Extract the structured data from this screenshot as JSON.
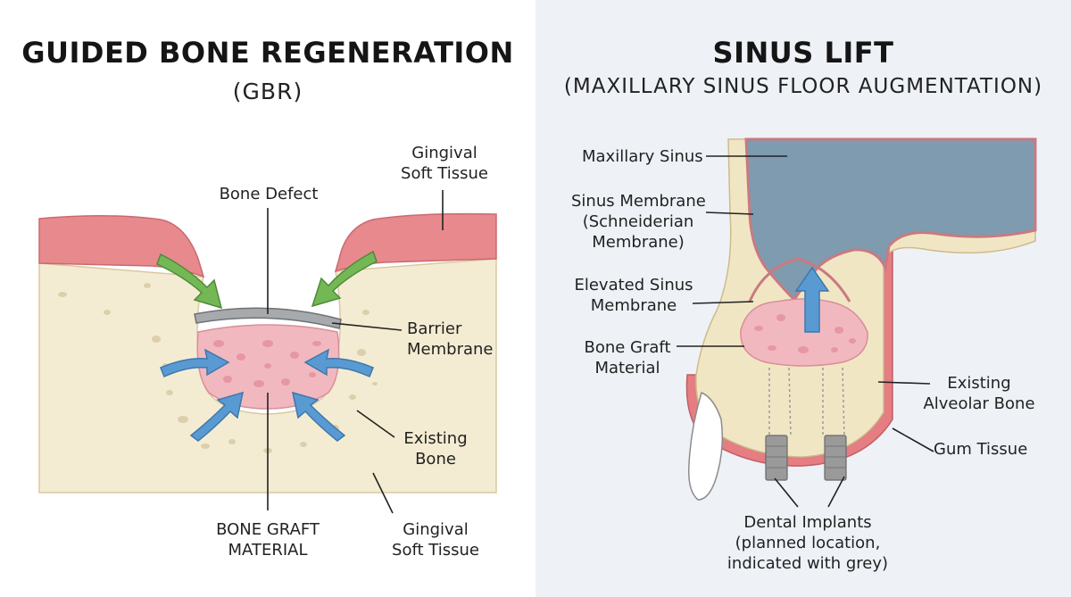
{
  "gbr": {
    "title": "GUIDED BONE REGENERATION",
    "subtitle": "(GBR)",
    "labels": {
      "bone_defect": "Bone Defect",
      "gingival_top_1": "Gingival",
      "gingival_top_2": "Soft Tissue",
      "barrier_1": "Barrier",
      "barrier_2": "Membrane",
      "existing_1": "Existing",
      "existing_2": "Bone",
      "graft_1": "BONE GRAFT",
      "graft_2": "MATERIAL",
      "gingival_bot_1": "Gingival",
      "gingival_bot_2": "Soft Tissue"
    },
    "colors": {
      "gum": "#e8898e",
      "bone": "#f4ecd2",
      "graft": "#f2b8bf",
      "membrane": "#a7aaad",
      "green_arrow": "#74b856",
      "blue_arrow": "#5a9ad3"
    }
  },
  "sinus": {
    "title": "SINUS LIFT",
    "subtitle": "(MAXILLARY SINUS FLOOR AUGMENTATION)",
    "labels": {
      "maxillary_sinus": "Maxillary Sinus",
      "sinus_membrane_1": "Sinus Membrane",
      "sinus_membrane_2": "(Schneiderian",
      "sinus_membrane_3": "Membrane)",
      "elevated_1": "Elevated Sinus",
      "elevated_2": "Membrane",
      "graft_1": "Bone Graft",
      "graft_2": "Material",
      "alveolar_1": "Existing",
      "alveolar_2": "Alveolar Bone",
      "gum_tissue": "Gum Tissue",
      "implants_1": "Dental Implants",
      "implants_2": "(planned location,",
      "implants_3": "indicated with grey)"
    },
    "colors": {
      "sinus": "#7e9bb0",
      "bone": "#f1e6c4",
      "gum": "#e57d82",
      "implant": "#9a9a9a",
      "arrow": "#5a9ad3"
    }
  }
}
